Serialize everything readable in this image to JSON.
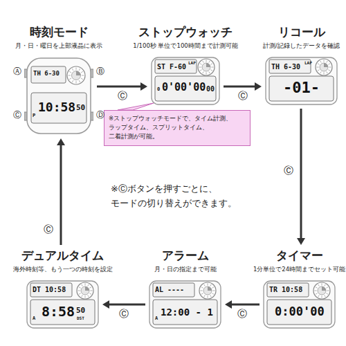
{
  "diagram": {
    "nodes": [
      {
        "text": [
          "時刻モード",
          "月・日・曜日を上部液晶に表示",
          "TH 6-30",
          "P",
          "10:58",
          "50"
        ]
      },
      {
        "text": [
          "ストップウォッチ",
          "1/100秒 単位で100時間まで計測可能",
          "LAP",
          "ST F-60",
          "0",
          "0'00'00",
          "00"
        ]
      },
      {
        "text": [
          "リコール",
          "計測/記録したデータを確認",
          "LAP",
          "TH 6-30",
          "-01-"
        ]
      },
      {
        "text": [
          "タイマー",
          "1分単位で24時間までセット可能",
          "TR 10:58",
          "0:00'00"
        ]
      },
      {
        "text": [
          "アラーム",
          "月・日の指定まで可能",
          "AL ----",
          "A",
          "12:00 - 1"
        ]
      },
      {
        "text": [
          "デュアルタイム",
          "海外時刻等、もう一つの時刻を設定",
          "DT 10:58",
          "A",
          "8:58",
          "50",
          "DST"
        ]
      },
      {
        "text": [
          "※ストップウォッチモードで、タイム計測、 ラップタイム、スプリットタイム、二着計測が可能。"
        ]
      }
    ],
    "edges": [
      {
        "from": 0,
        "to": 1,
        "label": "Ⓒ",
        "arrow": "to"
      },
      {
        "from": 1,
        "to": 2,
        "label": "Ⓒ",
        "arrow": "to"
      },
      {
        "from": 2,
        "to": 3,
        "label": "Ⓒ",
        "arrow": "to"
      },
      {
        "from": 3,
        "to": 4,
        "label": "Ⓒ",
        "arrow": "to"
      },
      {
        "from": 4,
        "to": 5,
        "label": "Ⓒ",
        "arrow": "to"
      },
      {
        "from": 5,
        "to": 0,
        "label": "Ⓒ",
        "arrow": "to"
      }
    ],
    "labels": [
      "Ⓐ",
      "Ⓑ",
      "Ⓒ",
      "Ⓓ",
      "※Ⓒボタンを押すごとに、 モードの切り替えができます。"
    ]
  }
}
